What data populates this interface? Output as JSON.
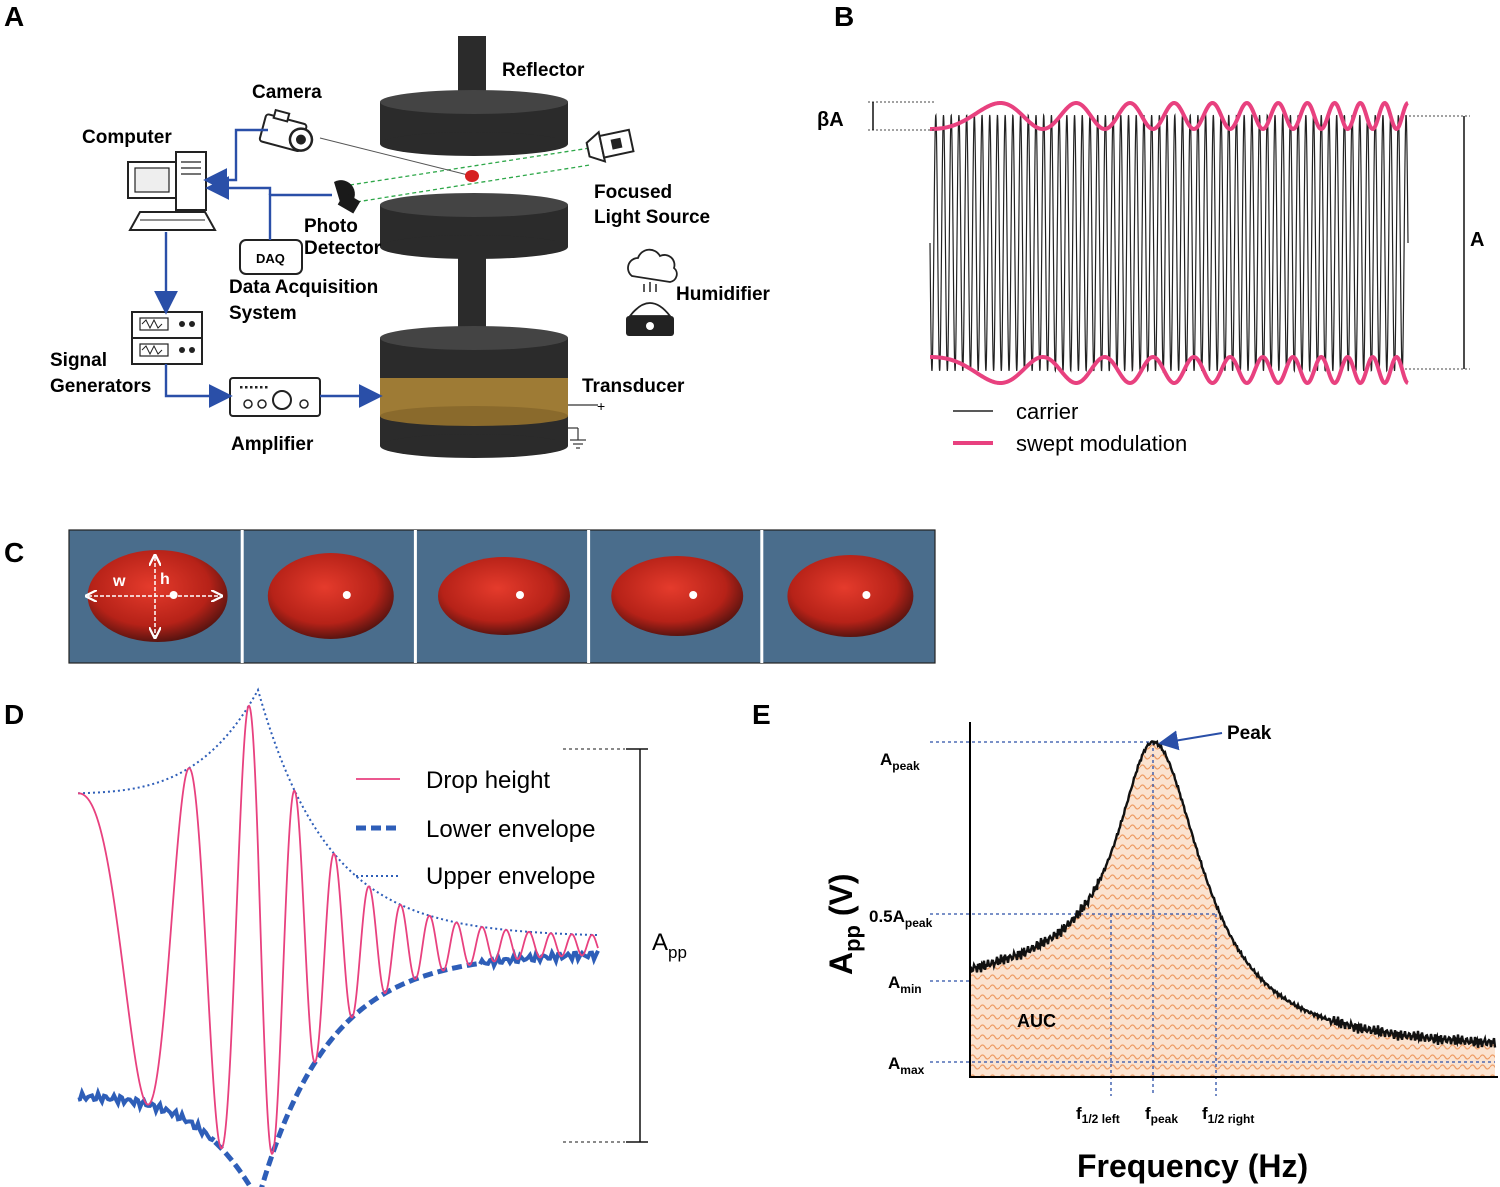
{
  "panels": {
    "a": "A",
    "b": "B",
    "c": "C",
    "d": "D",
    "e": "E"
  },
  "panel_a": {
    "reflector": "Reflector",
    "camera": "Camera",
    "computer": "Computer",
    "focused_light_1": "Focused",
    "focused_light_2": "Light Source",
    "photo_1": "Photo",
    "photo_2": "Detector",
    "daq_box": "DAQ",
    "daq_1": "Data Acquisition",
    "daq_2": "System",
    "humidifier": "Humidifier",
    "signal_1": "Signal",
    "signal_2": "Generators",
    "amplifier": "Amplifier",
    "transducer": "Transducer",
    "plus": "+",
    "colors": {
      "wire": "#2a4fa8",
      "body": "#2b2b2b",
      "transducer_band": "#9e7b35",
      "droplet": "#d62020",
      "beam": "#2fa84a"
    }
  },
  "panel_b": {
    "beta_a": "βA",
    "a": "A",
    "legend_carrier": "carrier",
    "legend_swept": "swept modulation",
    "colors": {
      "carrier": "#222222",
      "modulation": "#e8417f"
    }
  },
  "panel_c": {
    "frames": 5,
    "w": "w",
    "h": "h",
    "colors": {
      "background": "#4a6d8c",
      "drop": "#c42a1e"
    }
  },
  "panel_d": {
    "legend_drop": "Drop height",
    "legend_lower": "Lower envelope",
    "legend_upper": "Upper envelope",
    "app_main": "A",
    "app_sub": "pp",
    "colors": {
      "drop": "#e8417f",
      "envelope": "#2e5eb8"
    }
  },
  "panel_e": {
    "peak": "Peak",
    "apeak_main": "A",
    "apeak_sub": "peak",
    "half_main": "0.5A",
    "half_sub": "peak",
    "amin_main": "A",
    "amin_sub": "min",
    "amax_main": "A",
    "amax_sub": "max",
    "auc": "AUC",
    "f_left_main": "f",
    "f_left_sub": "1/2 left",
    "f_peak_main": "f",
    "f_peak_sub": "peak",
    "f_right_main": "f",
    "f_right_sub": "1/2 right",
    "xlabel": "Frequency (Hz)",
    "ylabel_main": "A",
    "ylabel_sub": "pp",
    "ylabel_unit": " (V)",
    "colors": {
      "curve": "#111111",
      "fill": "#f6c9a8",
      "guide": "#2a4fa8"
    }
  }
}
